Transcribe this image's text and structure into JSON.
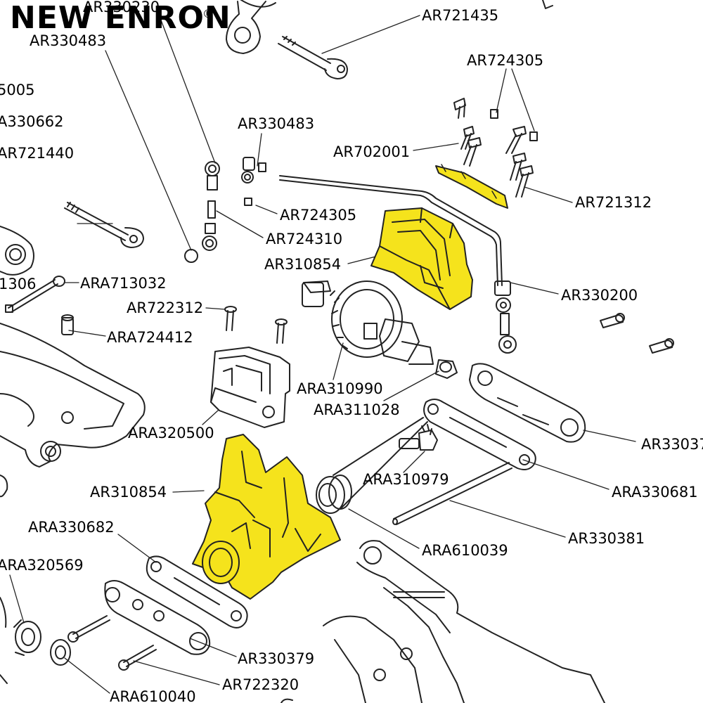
{
  "brand": {
    "name": "NEW ENRON",
    "registered": "®"
  },
  "colors": {
    "highlight": "#f5e31c",
    "outline": "#222222",
    "background": "#ffffff"
  },
  "labels": {
    "ar330230": "AR330230",
    "ar330483_top": "AR330483",
    "ar721435": "AR721435",
    "ar724305_top": "AR724305",
    "ar_005": "5005",
    "ar330662": "A330662",
    "ar721440": "AR721440",
    "ar330483": "AR330483",
    "ar702001": "AR702001",
    "ar721312": "AR721312",
    "ar724305": "AR724305",
    "ar724310": "AR724310",
    "ar310854_top": "AR310854",
    "ar_1306": "1306",
    "ara713032": "ARA713032",
    "ar330200": "AR330200",
    "ar722312": "AR722312",
    "ar724412": "ARA724412",
    "ara310990": "ARA310990",
    "ara311028": "ARA311028",
    "ara320500": "ARA320500",
    "ar33037": "AR33037",
    "ara310979": "ARA310979",
    "ar310854": "AR310854",
    "ara330681": "ARA330681",
    "ara330682": "ARA330682",
    "ara610039": "ARA610039",
    "ar330381": "AR330381",
    "ara320569": "ARA320569",
    "ar330379": "AR330379",
    "ar722320": "AR722320",
    "ara610040": "ARA610040"
  }
}
